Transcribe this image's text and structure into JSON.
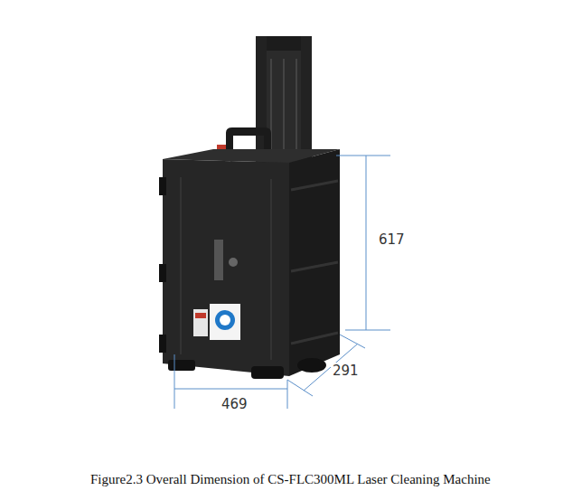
{
  "diagram": {
    "caption": "Figure2.3 Overall Dimension of CS-FLC300ML Laser Cleaning Machine",
    "labels": [
      "617",
      "291",
      "469"
    ]
  }
}
